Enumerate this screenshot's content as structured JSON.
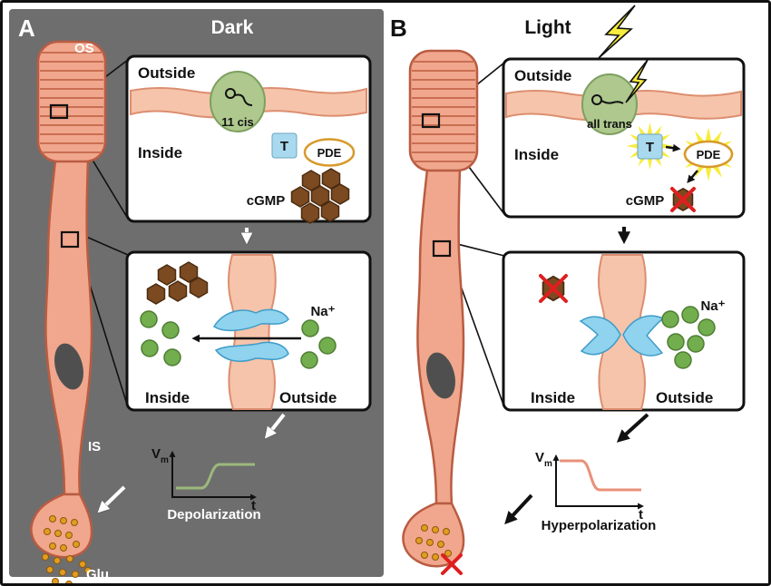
{
  "colors": {
    "panel_gray": "#6e6e6e",
    "cell_fill": "#f0a78d",
    "cell_stroke": "#b95c42",
    "membrane_fill": "#f6c4ab",
    "membrane_stroke": "#dc8e6f",
    "disc_line": "#c96e52",
    "nucleus": "#4f4f4f",
    "opsin_green": "#aec88e",
    "opsin_stroke": "#7da05e",
    "transducin_blue": "#a9d9ee",
    "pde_stroke": "#d79a2b",
    "hex_brown": "#7b4a21",
    "hex_stroke": "#4a2b10",
    "ion_green": "#72ad4e",
    "ion_stroke": "#4e7d33",
    "channel_blue": "#8fd3ee",
    "channel_stroke": "#3f9cc9",
    "lightning_yellow": "#f8ec3d",
    "glu_orange": "#e39c1e",
    "red_x": "#e01e1e",
    "trace_green": "#9cb97c",
    "trace_salmon": "#e9917a"
  },
  "a": {
    "panel_label": "A",
    "title": "Dark",
    "cell": {
      "os": "OS",
      "is": "IS",
      "glu": "Glu"
    },
    "inset1": {
      "outside": "Outside",
      "inside": "Inside",
      "opsin_state": "11 cis",
      "transducin": "T",
      "pde": "PDE",
      "cgmp": "cGMP"
    },
    "inset2": {
      "sodium": "Na⁺",
      "inside": "Inside",
      "outside": "Outside"
    },
    "graph": {
      "y_axis": "V",
      "y_sub": "m",
      "x_axis": "t",
      "caption": "Depolarization"
    }
  },
  "b": {
    "panel_label": "B",
    "title": "Light",
    "inset1": {
      "outside": "Outside",
      "inside": "Inside",
      "opsin_state": "all trans",
      "transducin": "T",
      "pde": "PDE",
      "cgmp": "cGMP"
    },
    "inset2": {
      "sodium": "Na⁺",
      "inside": "Inside",
      "outside": "Outside"
    },
    "graph": {
      "y_axis": "V",
      "y_sub": "m",
      "x_axis": "t",
      "caption": "Hyperpolarization"
    }
  }
}
